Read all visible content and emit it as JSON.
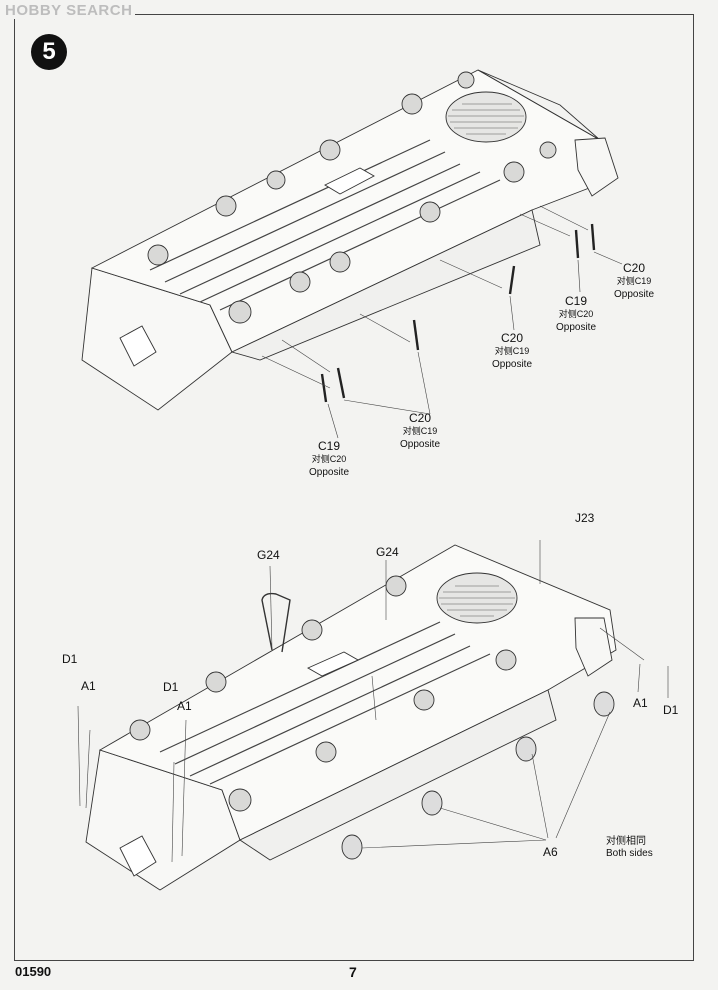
{
  "watermark": "HOBBY SEARCH",
  "step_number": "5",
  "top_callouts": [
    {
      "part": "C20",
      "cn": "对侧C19",
      "opposite": "Opposite"
    },
    {
      "part": "C19",
      "cn": "对侧C20",
      "opposite": "Opposite"
    },
    {
      "part": "C20",
      "cn": "对侧C19",
      "opposite": "Opposite"
    },
    {
      "part": "C20",
      "cn": "对侧C19",
      "opposite": "Opposite"
    },
    {
      "part": "C19",
      "cn": "对侧C20",
      "opposite": "Opposite"
    }
  ],
  "bottom_parts": {
    "j23": "J23",
    "g24_left": "G24",
    "g24_right": "G24",
    "d1_left": "D1",
    "a1_left": "A1",
    "d1_mid": "D1",
    "a1_mid": "A1",
    "a1_right": "A1",
    "d1_right": "D1",
    "a6": "A6"
  },
  "note": {
    "cn": "对侧相同",
    "en": "Both sides"
  },
  "footer": {
    "kit_number": "01590",
    "page": "7"
  }
}
